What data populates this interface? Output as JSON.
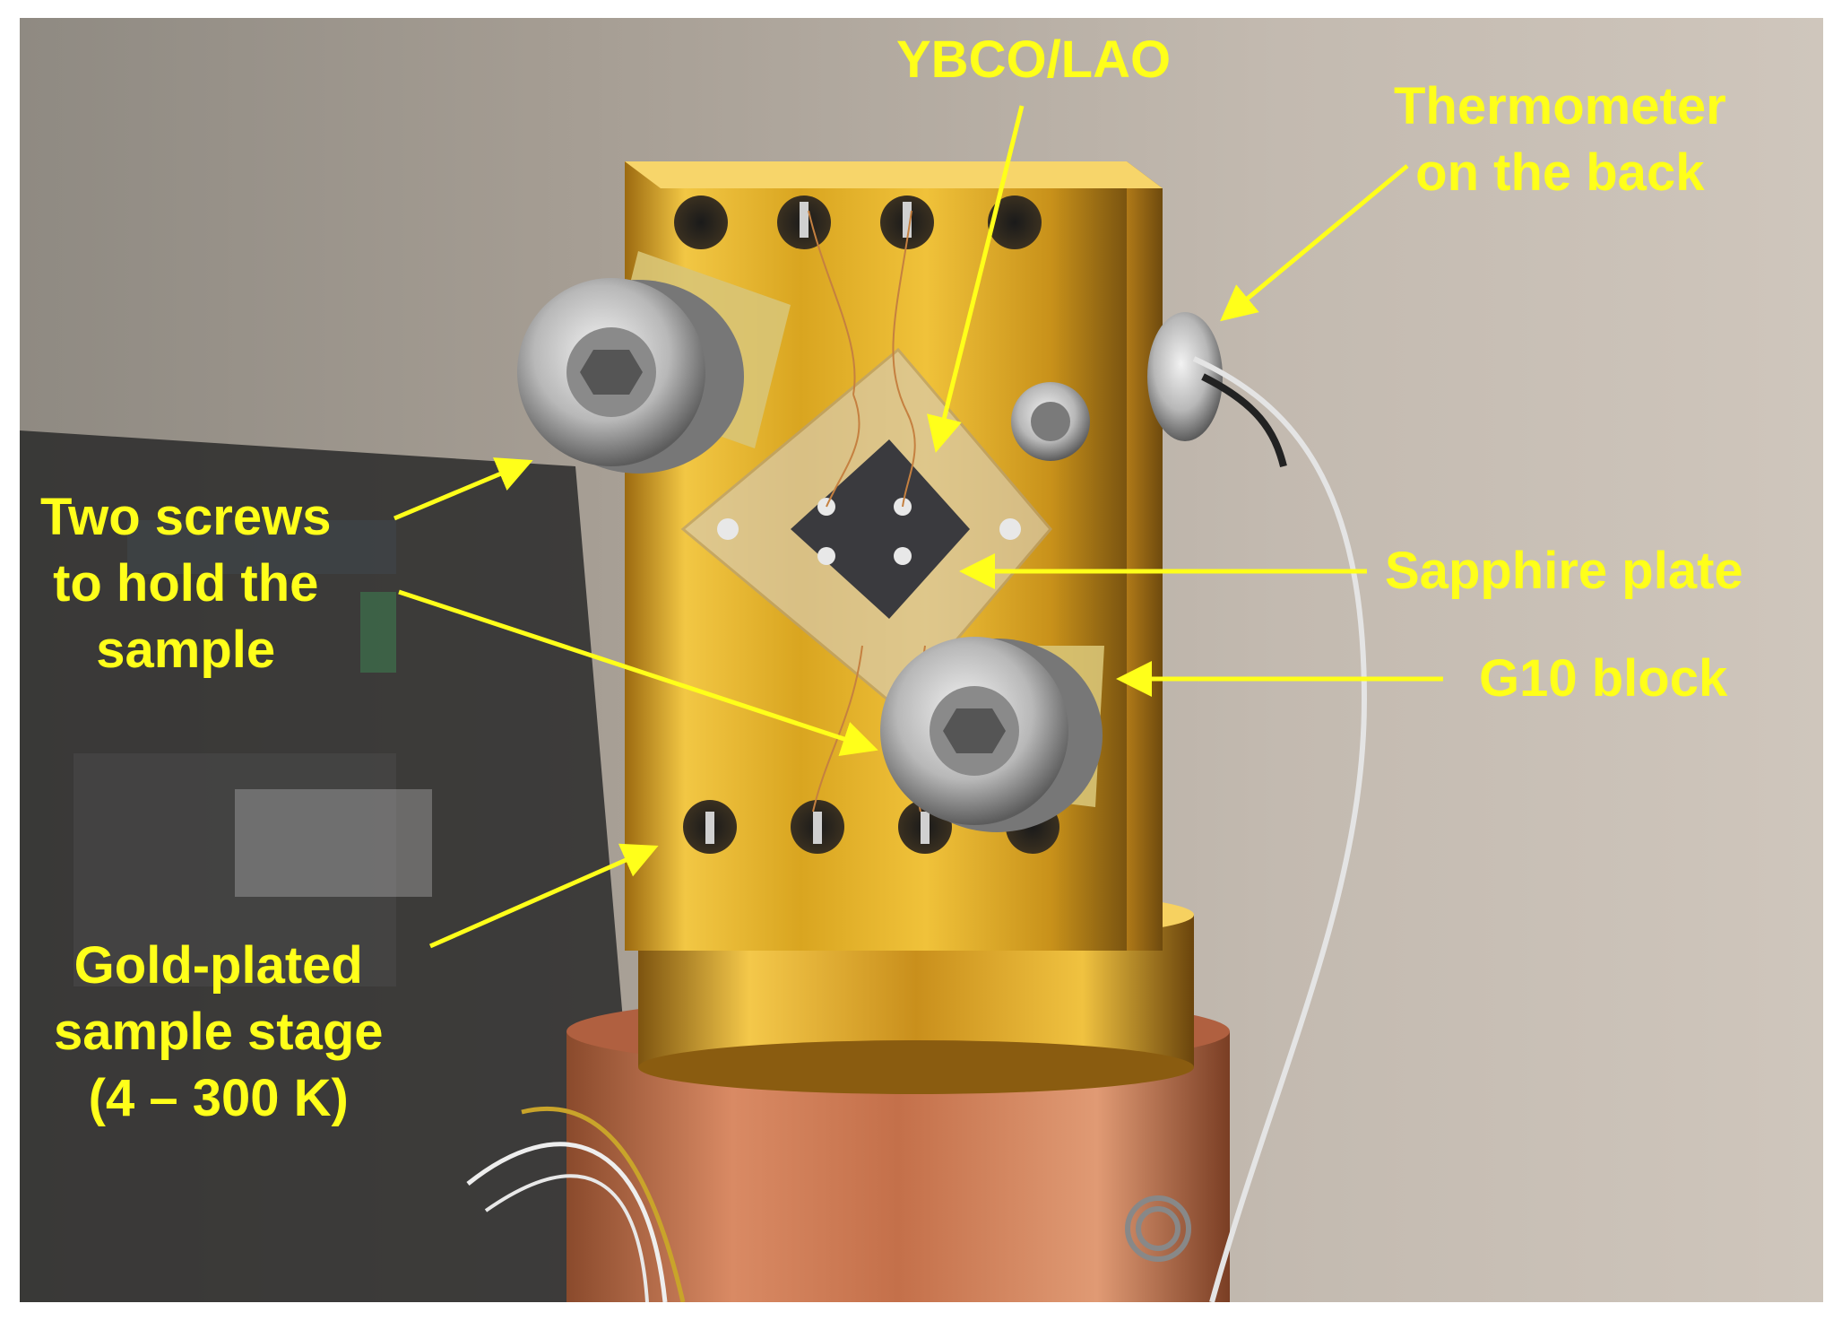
{
  "colors": {
    "annotation": "#ffff1a",
    "gold": "#d9a520",
    "copper": "#c4704a",
    "steel": "#b8b8b8",
    "background_wall": "#bdb3a8"
  },
  "labels": {
    "ybco": "YBCO/LAO",
    "thermometer_line1": "Thermometer",
    "thermometer_line2": "on the back",
    "screws_line1": "Two screws",
    "screws_line2": "to hold the",
    "screws_line3": "sample",
    "sapphire": "Sapphire plate",
    "g10": "G10 block",
    "stage_line1": "Gold-plated",
    "stage_line2": "sample stage",
    "stage_line3": "(4 – 300 K)"
  }
}
